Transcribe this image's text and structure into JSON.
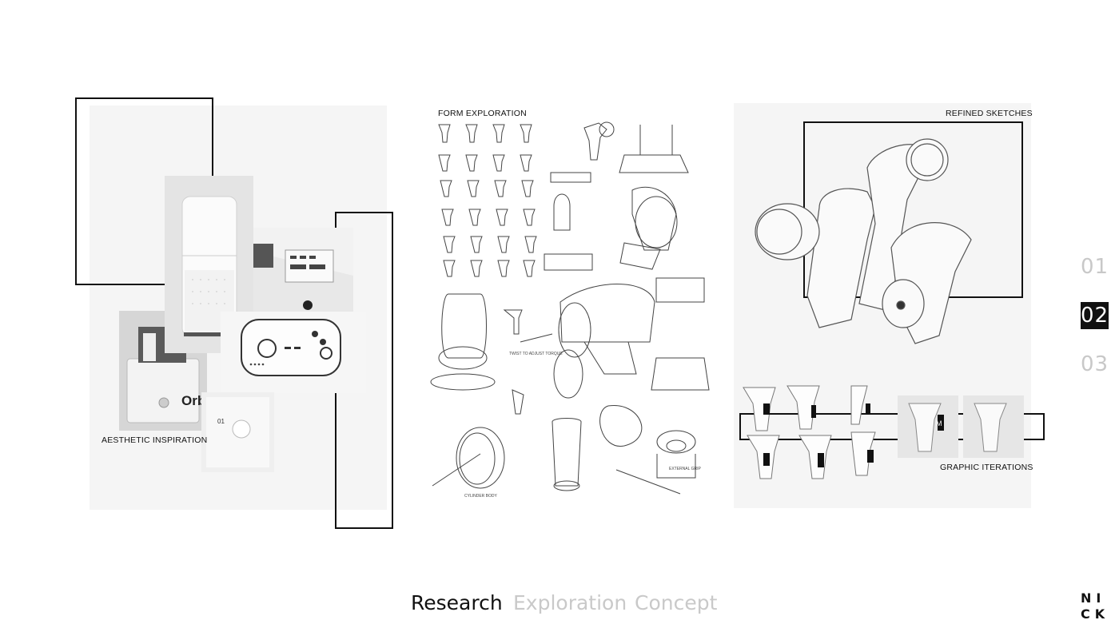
{
  "panels": {
    "aesthetic": {
      "label": "AESTHETIC INSPIRATION",
      "orb_text": "Orb",
      "page_marker": "01"
    },
    "form": {
      "label": "FORM EXPLORATION",
      "sketch_notes": [
        "TWIST TO ADJUST TORQUE",
        "EXTERNAL GRIP",
        "CYLINDER BODY"
      ]
    },
    "refined": {
      "label": "REFINED SKETCHES",
      "graphic_label": "GRAPHIC ITERATIONS",
      "brand_mark": "M"
    }
  },
  "pagination": {
    "items": [
      "01",
      "02",
      "03"
    ],
    "active": "02"
  },
  "nav": {
    "tabs": [
      "Research",
      "Exploration",
      "Concept"
    ],
    "active": "Research"
  },
  "brand": {
    "line1": "NI",
    "line2": "CK"
  }
}
